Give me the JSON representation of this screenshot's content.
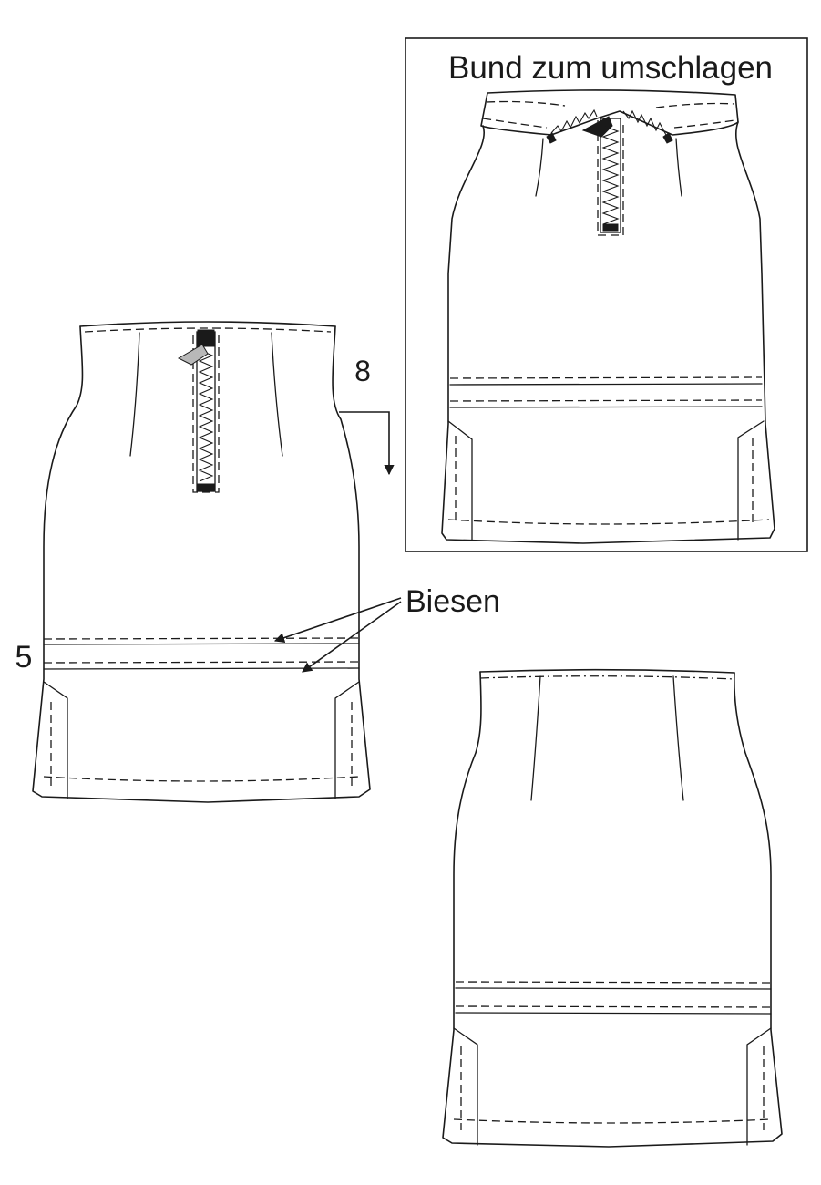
{
  "inset": {
    "title": "Bund zum umschlagen"
  },
  "labels": {
    "pintucks": "Biesen",
    "step_eight": "8",
    "step_five": "5"
  },
  "colors": {
    "line": "#1a1a1a",
    "zipper_pull": "#b8b8b8",
    "background": "#ffffff"
  }
}
